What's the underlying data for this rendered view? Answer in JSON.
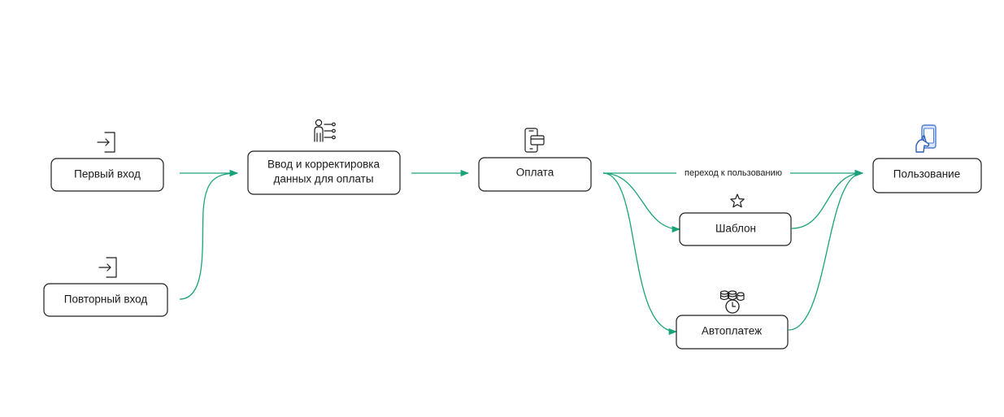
{
  "colors": {
    "edge": "#1aa37a",
    "node_border": "#1f1f1f",
    "icon_accent": "#4a7bd4"
  },
  "nodes": {
    "first_login": {
      "label": "Первый вход",
      "icon": "login-icon"
    },
    "repeat_login": {
      "label": "Повторный вход",
      "icon": "login-icon"
    },
    "data_entry": {
      "label_line1": "Ввод и корректировка",
      "label_line2": "данных для оплаты",
      "icon": "person-data-icon"
    },
    "payment": {
      "label": "Оплата",
      "icon": "phone-card-icon"
    },
    "template": {
      "label": "Шаблон",
      "icon": "star-icon"
    },
    "autopay": {
      "label": "Автоплатеж",
      "icon": "coins-clock-icon"
    },
    "usage": {
      "label": "Пользование",
      "icon": "hand-phone-icon"
    }
  },
  "edges": {
    "payment_to_usage": {
      "label": "переход к пользованию"
    }
  }
}
